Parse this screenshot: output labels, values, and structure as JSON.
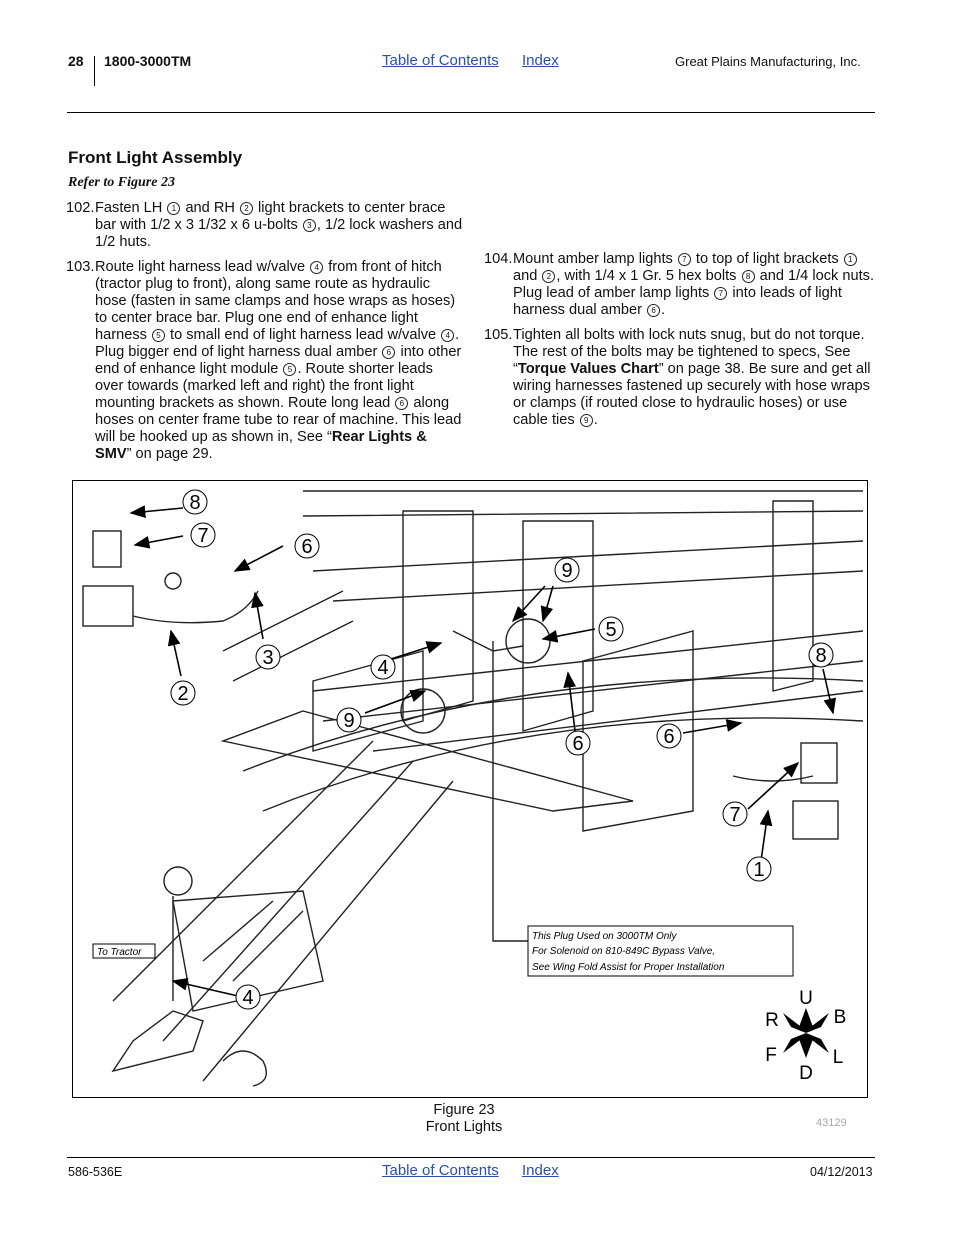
{
  "header": {
    "page_number": "28",
    "doc_title": "1800-3000TM",
    "toc_link": "Table of Contents",
    "index_link": "Index",
    "company": "Great Plains Manufacturing, Inc."
  },
  "section": {
    "title": "Front Light Assembly",
    "refer": "Refer to Figure 23"
  },
  "steps": {
    "s102": {
      "num": "102.",
      "a": "Fasten LH ",
      "c1": "1",
      "b": " and RH ",
      "c2": "2",
      "c": " light brackets to center brace bar with 1/2 x 3 1/32 x 6 u-bolts ",
      "c3": "3",
      "d": ", 1/2 lock washers and 1/2 huts."
    },
    "s103": {
      "num": "103.",
      "a": "Route light harness lead w/valve ",
      "c1": "4",
      "b": " from front of hitch (tractor plug to front), along same route as hydraulic hose (fasten in same clamps and hose wraps as hoses) to center brace bar. Plug one end of enhance light harness ",
      "c2": "5",
      "c": " to small end of light harness lead w/valve ",
      "c3": "4",
      "d": ". Plug bigger end of light harness dual amber ",
      "c4": "6",
      "e": " into other end of enhance light module ",
      "c5": "5",
      "f": ". Route shorter leads over towards (marked left and right) the front light mounting brackets as shown. Route long lead ",
      "c6": "6",
      "g": " along hoses on center frame tube to rear of machine. This lead will be hooked up as shown in, See “",
      "ref": "Rear Lights & SMV",
      "h": "” on page 29."
    },
    "s104": {
      "num": "104.",
      "a": "Mount amber lamp lights ",
      "c1": "7",
      "b": " to top of light brackets ",
      "c2": "1",
      "c": " and ",
      "c3": "2",
      "d": ", with 1/4 x 1 Gr. 5 hex bolts ",
      "c4": "8",
      "e": " and 1/4 lock nuts. Plug lead of amber lamp lights ",
      "c5": "7",
      "f": " into leads of light harness dual amber ",
      "c6": "6",
      "g": "."
    },
    "s105": {
      "num": "105.",
      "a": "Tighten all bolts with lock nuts snug, but do not torque. The rest of the bolts may be tightened to specs, See “",
      "ref": "Torque Values Chart",
      "b": "” on page 38. Be sure and get all wiring harnesses fastened up securely with hose wraps or clamps (if routed close to hydraulic hoses) or use cable ties ",
      "c1": "9",
      "c": "."
    }
  },
  "figure": {
    "callouts": [
      "8",
      "7",
      "6",
      "3",
      "2",
      "4",
      "9",
      "9",
      "5",
      "6",
      "6",
      "8",
      "7",
      "1",
      "4"
    ],
    "to_tractor": "To Tractor",
    "note_line1": "This Plug Used on 3000TM Only",
    "note_line2": "For Solenoid on 810-849C Bypass Valve,",
    "note_line3": "See Wing Fold Assist for Proper Installation",
    "compass": {
      "up": "U",
      "down": "D",
      "right_side": "R",
      "back": "B",
      "front": "F",
      "left_side": "L"
    },
    "caption_number": "Figure 23",
    "caption_title": "Front Lights",
    "figure_id": "43129"
  },
  "footer": {
    "doc_code": "586-536E",
    "toc_link": "Table of Contents",
    "index_link": "Index",
    "date": "04/12/2013"
  }
}
